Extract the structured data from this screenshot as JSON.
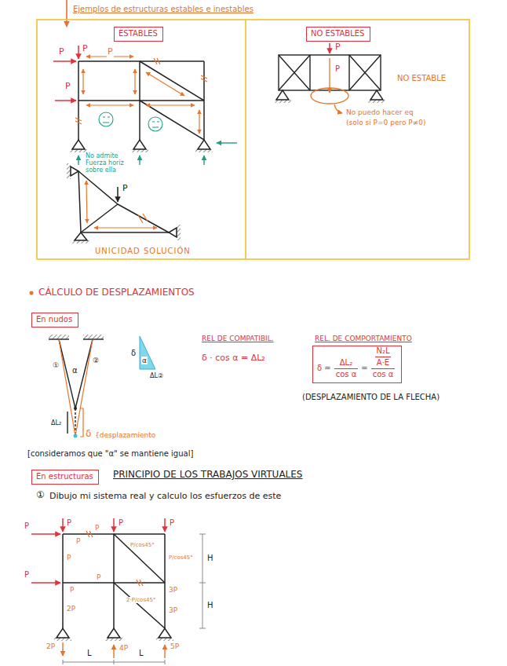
{
  "diagram": {
    "title": "Ejemplos de estructuras estables e inestables",
    "nodes": [
      {
        "text": [
          "ESTABLES"
        ]
      },
      {
        "text": [
          "NO ESTABLES"
        ]
      },
      {
        "text": [
          "En nudos"
        ]
      },
      {
        "text": [
          "δ =",
          "ΔL₂",
          "cos α",
          "=",
          "N₂L",
          "A·E",
          "cos α"
        ]
      },
      {
        "text": [
          "En estructuras"
        ]
      }
    ],
    "labels": [
      "P",
      "P",
      "P",
      "P",
      "No admite Fuerza horiz sobre ella",
      "P",
      "UNICIDAD SOLUCIÓN",
      "P",
      "P",
      "NO ESTABLE",
      "No puedo hacer eq",
      "(solo si P=0 pero P≠0)",
      "CÁLCULO DE DESPLAZAMIENTOS",
      "①",
      "②",
      "α",
      "ΔL₂",
      "δ",
      "{desplazamiento",
      "δ",
      "α",
      "ΔL②",
      "REL DE COMPATIBIL.",
      "δ · cos α = ΔL₂",
      "REL. DE COMPORTAMIENTO",
      "(DESPLAZAMIENTO DE LA FLECHA)",
      "[consideramos que \"α\" se mantiene igual]",
      "PRINCIPIO DE LOS TRABAJOS VIRTUALES",
      "①",
      "Dibujo mi sistema real y calculo los esfuerzos de este",
      "P",
      "P",
      "P",
      "P",
      "P",
      "P",
      "P/cos45°",
      "P/cos45°",
      "P",
      "P",
      "P",
      "P",
      "2·P/cos45°",
      "3P",
      "2P",
      "3P",
      "2P",
      "4P",
      "5P",
      "L",
      "L",
      "H",
      "H"
    ]
  }
}
